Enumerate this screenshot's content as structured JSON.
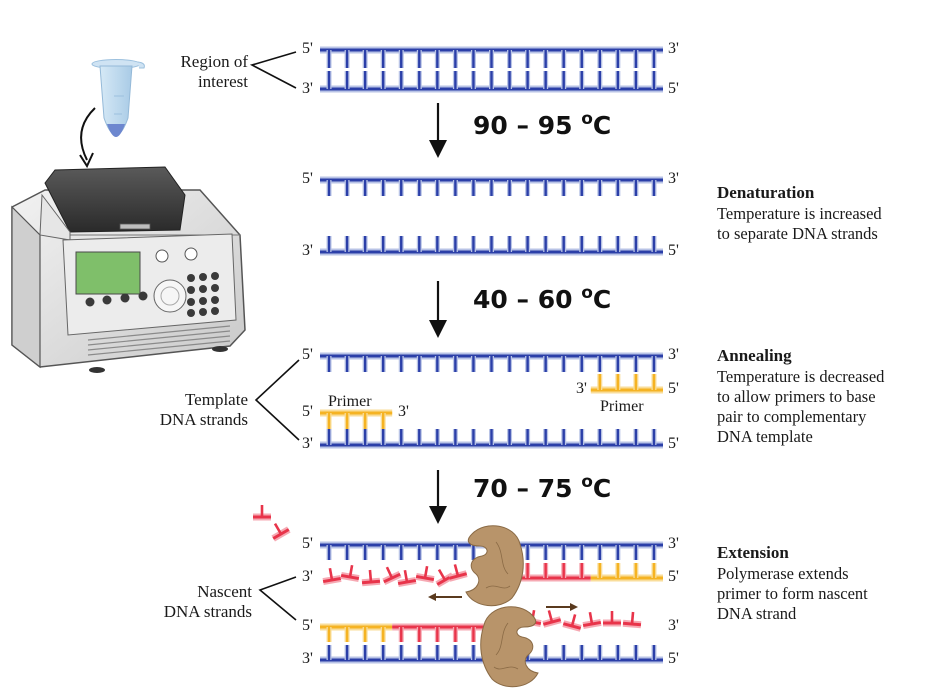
{
  "colors": {
    "template": "#2b3fa8",
    "template_halo": "#b8c3e6",
    "primer": "#f5b323",
    "primer_halo": "#f9dd9a",
    "nascent": "#e8344a",
    "nascent_halo": "#f6a9b3",
    "polymerase": "#b8946a",
    "arrow": "#111111",
    "direction_arrow": "#5a3a1e"
  },
  "labels": {
    "region_of_interest": [
      "Region of",
      "interest"
    ],
    "template_strands": [
      "Template",
      "DNA strands"
    ],
    "nascent_strands": [
      "Nascent",
      "DNA strands"
    ],
    "primer": "Primer",
    "five_prime": "5'",
    "three_prime": "3'"
  },
  "temperatures": [
    {
      "range": "90 – 95 ",
      "unit_deg": "o",
      "unit": "C"
    },
    {
      "range": "40 – 60 ",
      "unit_deg": "o",
      "unit": "C"
    },
    {
      "range": "70 – 75 ",
      "unit_deg": "o",
      "unit": "C"
    }
  ],
  "steps": [
    {
      "title": "Denaturation",
      "lines": [
        "Temperature is increased",
        "to separate DNA strands"
      ]
    },
    {
      "title": "Annealing",
      "lines": [
        "Temperature is decreased",
        "to allow primers to base",
        "pair to complementary",
        "DNA template"
      ]
    },
    {
      "title": "Extension",
      "lines": [
        "Polymerase extends",
        "primer to form nascent",
        "DNA strand"
      ]
    }
  ],
  "dna": {
    "bases_per_strand": 19,
    "annealing_primer_bases": 4,
    "extension_top_new_bases": 4,
    "extension_free_nucleotides": 16
  },
  "icons": {
    "tube": "microcentrifuge-tube-icon",
    "thermocycler": "thermocycler-icon",
    "polymerase": "dna-polymerase-icon"
  }
}
